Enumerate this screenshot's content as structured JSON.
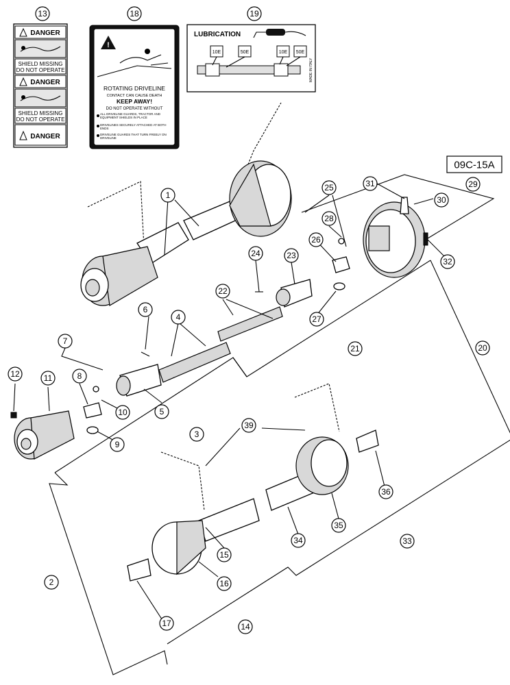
{
  "diagram_code": "09C-15A",
  "decal_13": {
    "danger_1": "DANGER",
    "shield_missing": "SHIELD MISSING",
    "do_not_operate": "DO NOT OPERATE",
    "danger_2": "DANGER",
    "danger_3": "DANGER"
  },
  "decal_18": {
    "title": "ROTATING DRIVELINE",
    "contact": "CONTACT CAN CAUSE DEATH",
    "keep_away": "KEEP AWAY!",
    "do_not_operate_without": "DO NOT OPERATE WITHOUT",
    "bullet_1": "ALL DRIVELINE GUARDS, TRACTOR AND EQUIPMENT SHIELDS IN PLACE",
    "bullet_2": "DRIVELINES SECURELY ATTACHED AT BOTH ENDS",
    "bullet_3": "DRIVELINE GUARDS THAT TURN FREELY ON DRIVELINE"
  },
  "decal_19": {
    "title": "LUBRICATION",
    "tag_1": "10E",
    "tag_2": "50E",
    "tag_3": "10E",
    "tag_4": "50E",
    "made_in": "MADE IN ITALY"
  },
  "callouts": [
    "1",
    "2",
    "3",
    "4",
    "5",
    "6",
    "7",
    "8",
    "9",
    "10",
    "11",
    "12",
    "13",
    "14",
    "15",
    "16",
    "17",
    "18",
    "19",
    "20",
    "21",
    "22",
    "23",
    "24",
    "25",
    "26",
    "27",
    "28",
    "29",
    "30",
    "31",
    "32",
    "33",
    "34",
    "35",
    "36",
    "39"
  ]
}
